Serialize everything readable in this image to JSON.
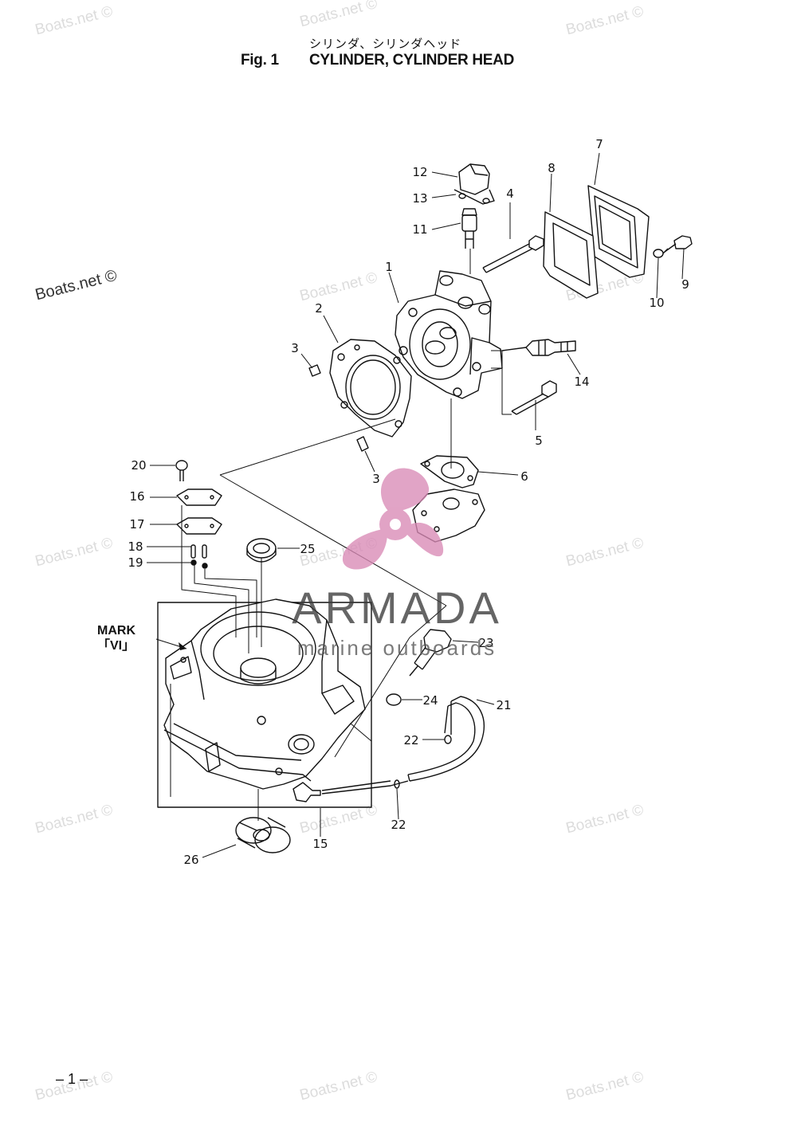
{
  "header": {
    "subtitle_jp": "シリンダ、シリンダヘッド",
    "fig_label": "Fig. 1",
    "title": "CYLINDER, CYLINDER HEAD"
  },
  "watermark": {
    "text": "Boats.net ©"
  },
  "logo": {
    "brand": "ARMADA",
    "tagline": "marine outboards",
    "colors": {
      "propeller": "#d98ab6",
      "brand_text": "#3a3a3a"
    }
  },
  "mark_label": {
    "line1": "MARK",
    "line2": "「VI」"
  },
  "callouts": [
    "1",
    "2",
    "3",
    "3",
    "4",
    "5",
    "6",
    "7",
    "8",
    "9",
    "10",
    "11",
    "12",
    "13",
    "14",
    "15",
    "16",
    "17",
    "18",
    "19",
    "20",
    "21",
    "22",
    "22",
    "23",
    "24",
    "25",
    "26"
  ],
  "page_number": "– 1 –"
}
